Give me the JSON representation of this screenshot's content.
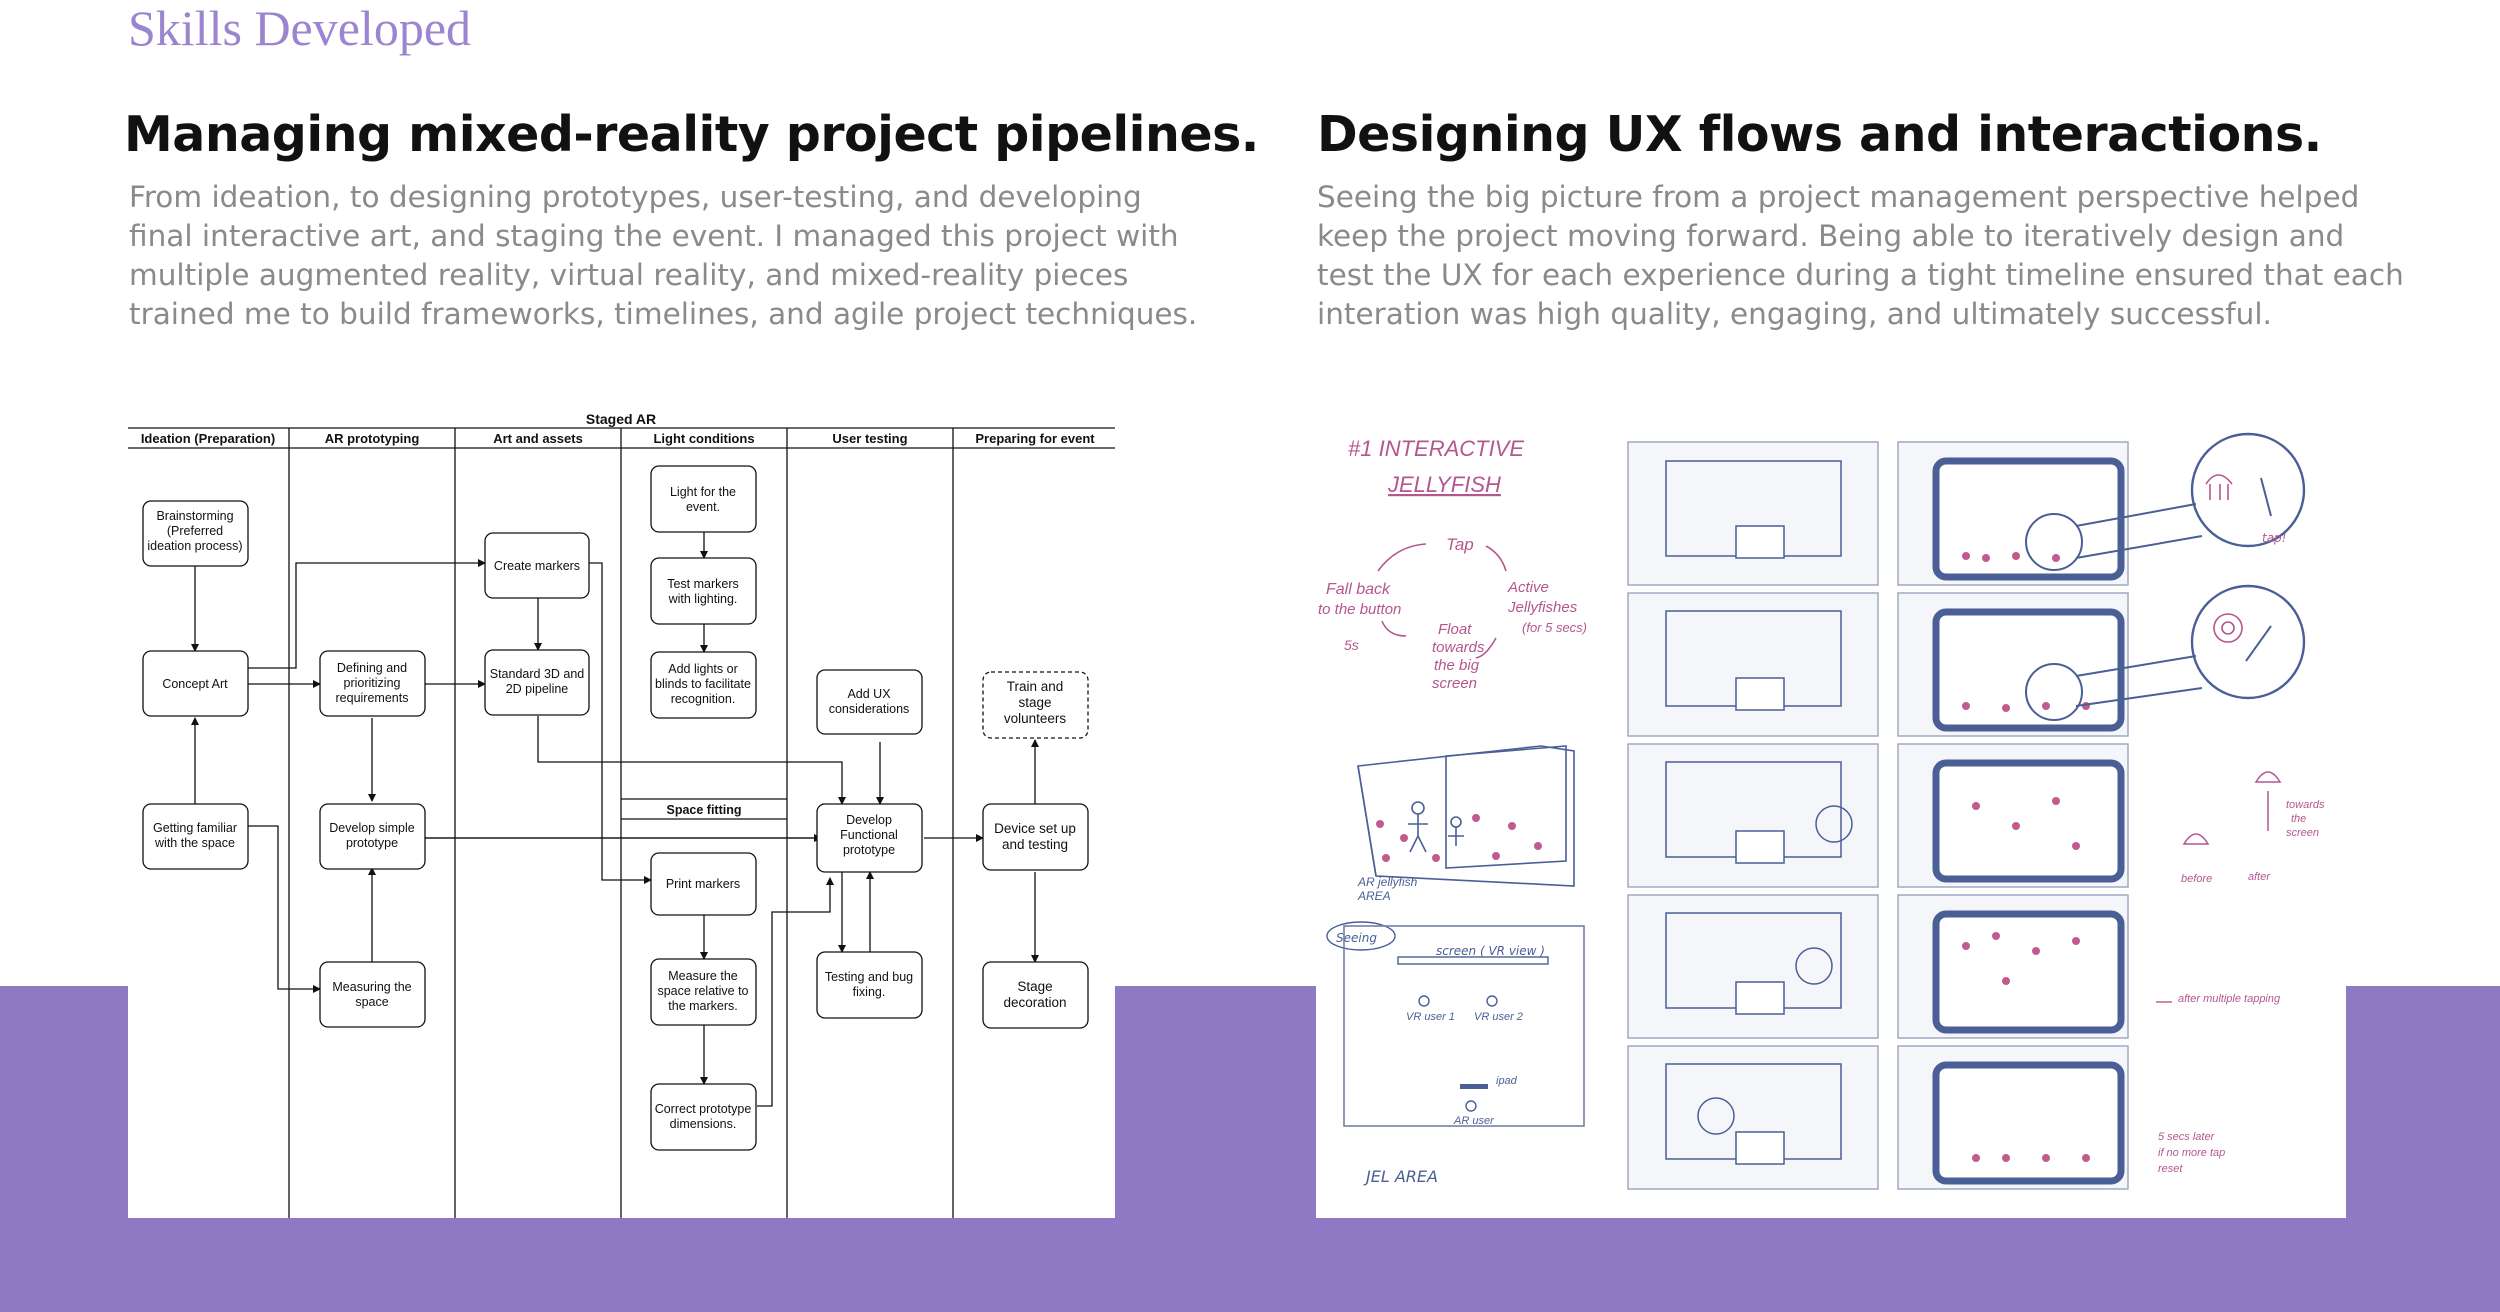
{
  "section": {
    "title": "Skills Developed"
  },
  "left": {
    "heading": "Managing mixed-reality project pipelines.",
    "body": "From ideation, to designing prototypes, user-testing, and developing final interactive art, and staging the event. I managed this project with multiple augmented reality, virtual reality, and mixed-reality pieces trained me to build frameworks, timelines, and agile project techniques."
  },
  "right": {
    "heading": "Designing UX flows and interactions.",
    "body": "Seeing the big picture from a project management perspective helped keep the project moving forward. Being able to iteratively design and test the UX for each experience during a tight timeline ensured that each interation was high quality, engaging, and ultimately successful."
  },
  "flowchart": {
    "title": "Staged AR",
    "lanes": [
      "Ideation (Preparation)",
      "AR prototyping",
      "Art and assets",
      "Light conditions",
      "User testing",
      "Preparing for event"
    ],
    "subheader": "Space fitting",
    "nodes": {
      "brainstorm": [
        "Brainstorming",
        "(Preferred",
        "ideation process)"
      ],
      "concept": [
        "Concept Art"
      ],
      "familiar": [
        "Getting familiar",
        "with the space"
      ],
      "defining": [
        "Defining and",
        "prioritizing",
        "requirements"
      ],
      "simple_proto": [
        "Develop simple",
        "prototype"
      ],
      "measuring": [
        "Measuring the",
        "space"
      ],
      "create_markers": [
        "Create markers"
      ],
      "pipeline": [
        "Standard 3D and",
        "2D pipeline"
      ],
      "light_event": [
        "Light for the",
        "event."
      ],
      "test_markers": [
        "Test markers",
        "with lighting."
      ],
      "add_lights": [
        "Add lights or",
        "blinds to facilitate",
        "recognition."
      ],
      "print_markers": [
        "Print markers"
      ],
      "measure_rel": [
        "Measure the",
        "space relative to",
        "the markers."
      ],
      "correct_proto": [
        "Correct prototype",
        "dimensions."
      ],
      "ux_considerations": [
        "Add UX",
        "considerations"
      ],
      "functional_proto": [
        "Develop",
        "Functional",
        "prototype"
      ],
      "testing_bug": [
        "Testing and bug",
        "fixing."
      ],
      "train": [
        "Train and",
        "stage",
        "volunteers"
      ],
      "device_setup": [
        "Device set up",
        "and testing"
      ],
      "stage_decoration": [
        "Stage",
        "decoration"
      ]
    }
  },
  "sketch": {
    "title_lines": [
      "#1 INTERACTIVE",
      "JELLYFISH"
    ],
    "cycle": {
      "tap": "Tap",
      "active": [
        "Active",
        "Jellyfishes",
        "(for 5 secs)"
      ],
      "float": [
        "Float",
        "towards",
        "the big",
        "screen"
      ],
      "fallback": [
        "Fall back",
        "to the button"
      ],
      "time": "5s"
    },
    "ar_area": [
      "AR jellyfish",
      "AREA"
    ],
    "seeing": "Seeing",
    "vr_screen": "screen ( VR view )",
    "vr_user1": "VR user 1",
    "vr_user2": "VR user 2",
    "ipad": "ipad",
    "ar_user": "AR user",
    "jel_area": "JEL AREA",
    "tap_note": "tap!",
    "towards": [
      "towards",
      "the",
      "screen"
    ],
    "before": "before",
    "after": "after",
    "after_multiple": "after multiple tapping",
    "reset": [
      "5 secs later",
      "if no more tap",
      "reset"
    ],
    "colors": {
      "ink": "#4a5f95",
      "pink": "#b4578f",
      "pencil": "#9aa4bd"
    }
  },
  "colors": {
    "accent": "#9079c4",
    "title": "#9b85cf",
    "body": "#8a8a8a"
  }
}
